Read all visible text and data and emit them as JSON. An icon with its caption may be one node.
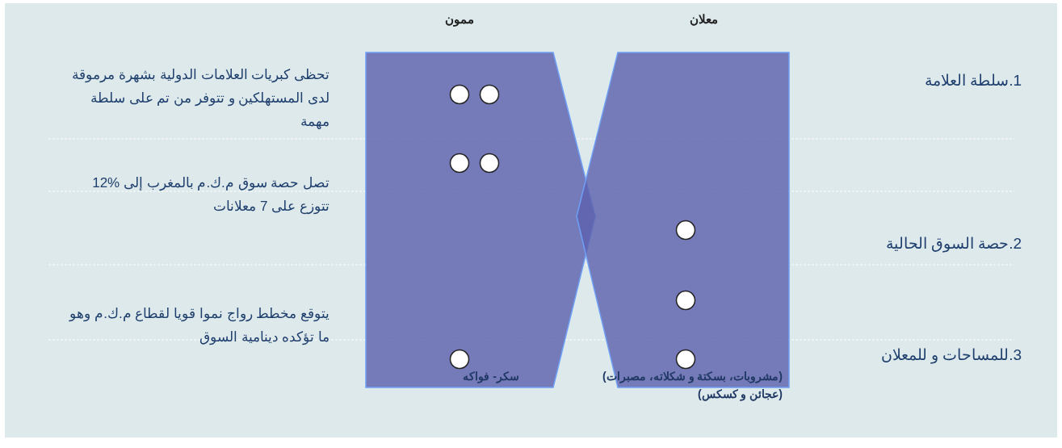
{
  "diagram": {
    "nodes": [
      {
        "text": [
          "ممون",
          "سكر- فواكه"
        ]
      },
      {
        "text": [
          "معلان",
          "(مشروبات، بسكتة و شكلاته، مصبرات) (عجائن و كسكس)"
        ]
      },
      {
        "text": [],
        "shape": "circle",
        "in": 0
      },
      {
        "text": [],
        "shape": "circle",
        "in": 0
      },
      {
        "text": [],
        "shape": "circle",
        "in": 0
      },
      {
        "text": [],
        "shape": "circle",
        "in": 0
      },
      {
        "text": [],
        "shape": "circle",
        "in": 1
      },
      {
        "text": [],
        "shape": "circle",
        "in": 1
      },
      {
        "text": [],
        "shape": "circle",
        "in": 0
      },
      {
        "text": [],
        "shape": "circle",
        "in": 1
      }
    ],
    "labels": [
      "تحظى كبريات العلامات الدولية بشهرة مرموقة لدى المستهلكين و تتوفر من تم على سلطة مهمة",
      "1.سلطة العلامة",
      "تصل حصة سوق م.ك.م بالمغرب إلى %12 تتوزع على 7 معلانات",
      "2.حصة السوق الحالية",
      "يتوقع مخطط رواج نموا قويا لقطاع م.ك.م وهو ما تؤكده دينامية السوق",
      "3.للمساحات و للمعلان"
    ]
  }
}
